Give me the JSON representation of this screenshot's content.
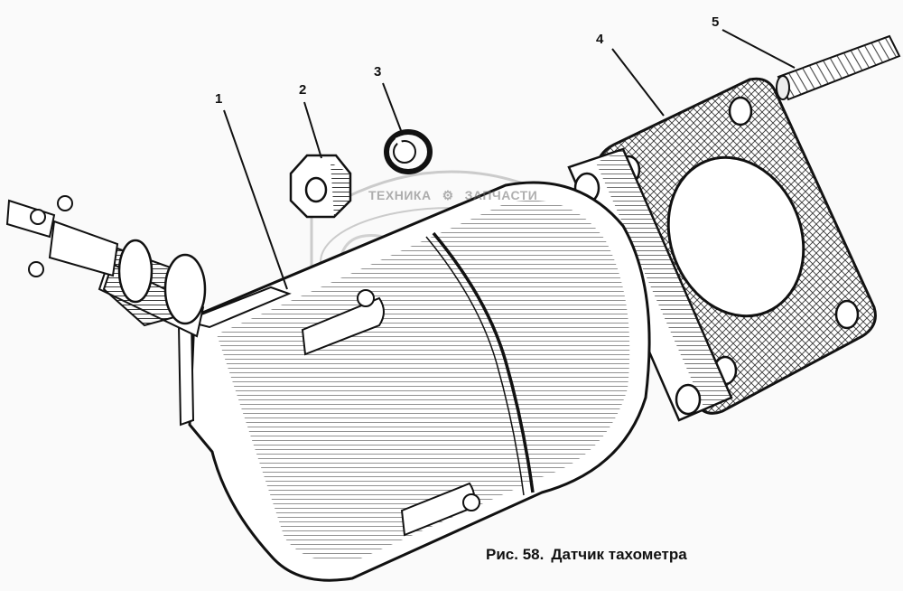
{
  "figure": {
    "caption_prefix": "Рис. 58.",
    "caption_title": "Датчик тахометра"
  },
  "callouts": [
    {
      "id": "1",
      "label": "1",
      "part": "sensor-body"
    },
    {
      "id": "2",
      "label": "2",
      "part": "hex-nut"
    },
    {
      "id": "3",
      "label": "3",
      "part": "spring-washer"
    },
    {
      "id": "4",
      "label": "4",
      "part": "gasket"
    },
    {
      "id": "5",
      "label": "5",
      "part": "stud"
    }
  ],
  "watermark": {
    "top_left": "ТЕХНИКА",
    "top_right": "ЗАПЧАСТИ",
    "logo_letters": "ЭПФ"
  }
}
